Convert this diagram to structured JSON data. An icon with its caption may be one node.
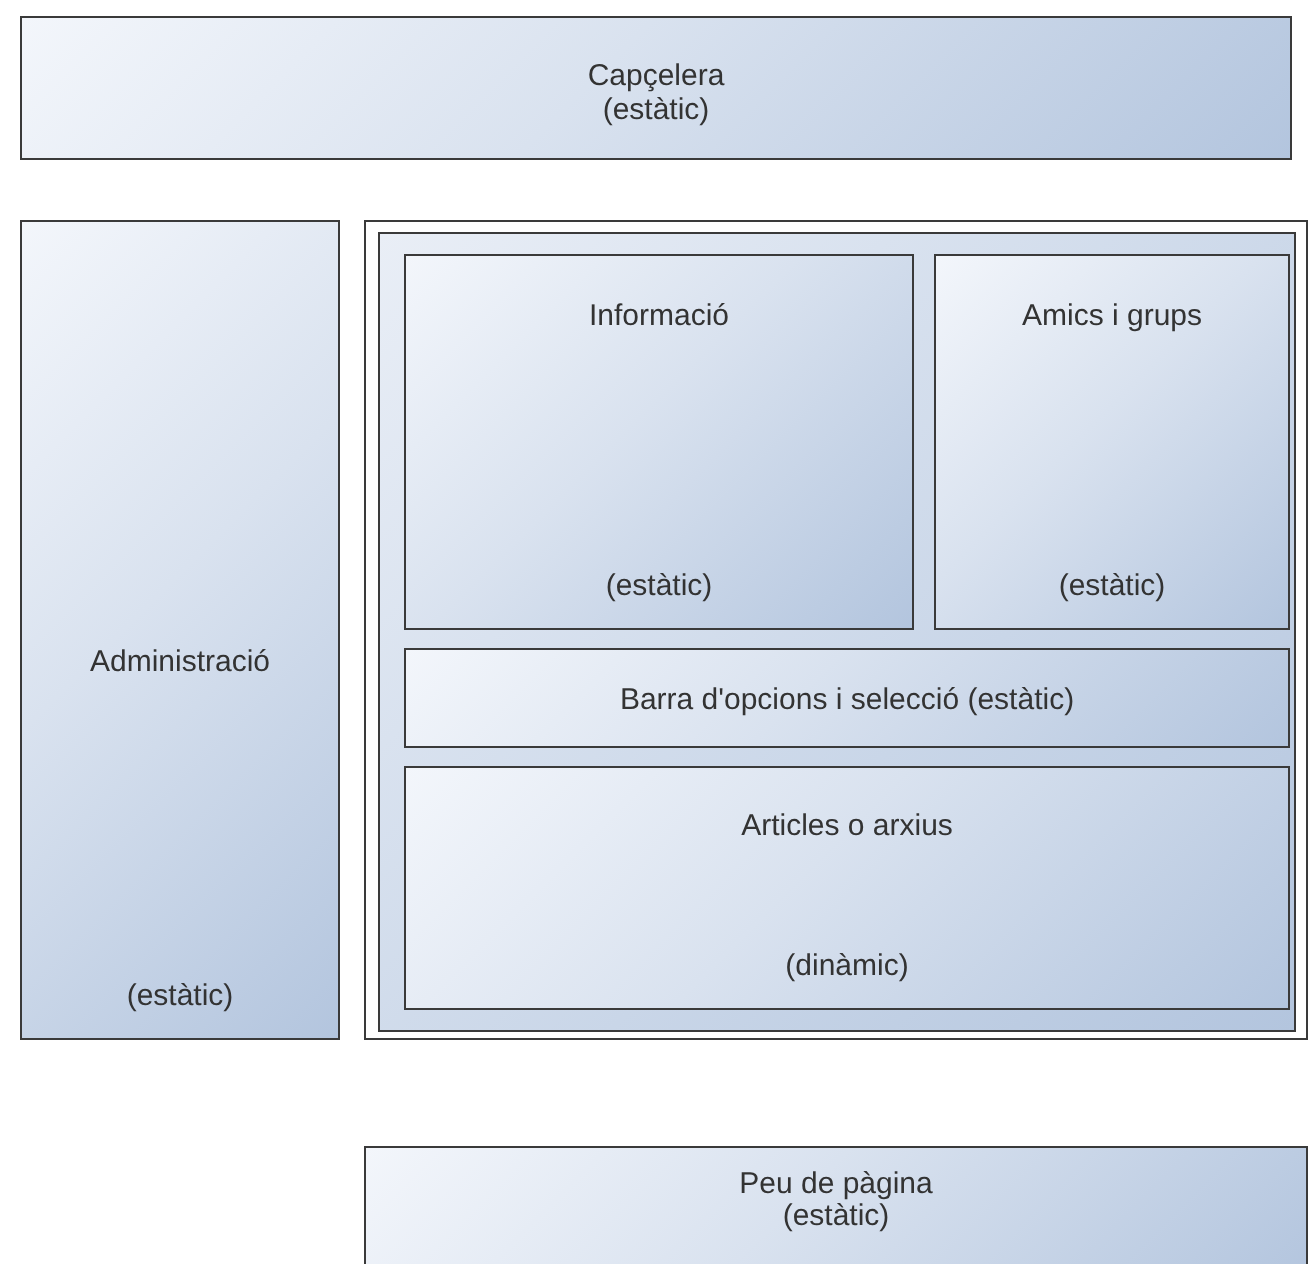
{
  "diagram": {
    "nodes": [
      {
        "text": [
          "Capçelera",
          "(estàtic)"
        ]
      },
      {
        "text": [
          "Administració",
          "(estàtic)"
        ]
      },
      {
        "text": [],
        "shape": "box"
      },
      {
        "text": [
          "Informació",
          "(estàtic)"
        ],
        "in": 2
      },
      {
        "text": [
          "Amics i grups",
          "(estàtic)"
        ],
        "in": 2
      },
      {
        "text": [
          "Barra d'opcions i selecció (estàtic)"
        ],
        "in": 2
      },
      {
        "text": [
          "Articles o arxius",
          "(dinàmic)"
        ],
        "in": 2
      },
      {
        "text": [
          "Peu de pàgina",
          "(estàtic)"
        ]
      }
    ]
  }
}
